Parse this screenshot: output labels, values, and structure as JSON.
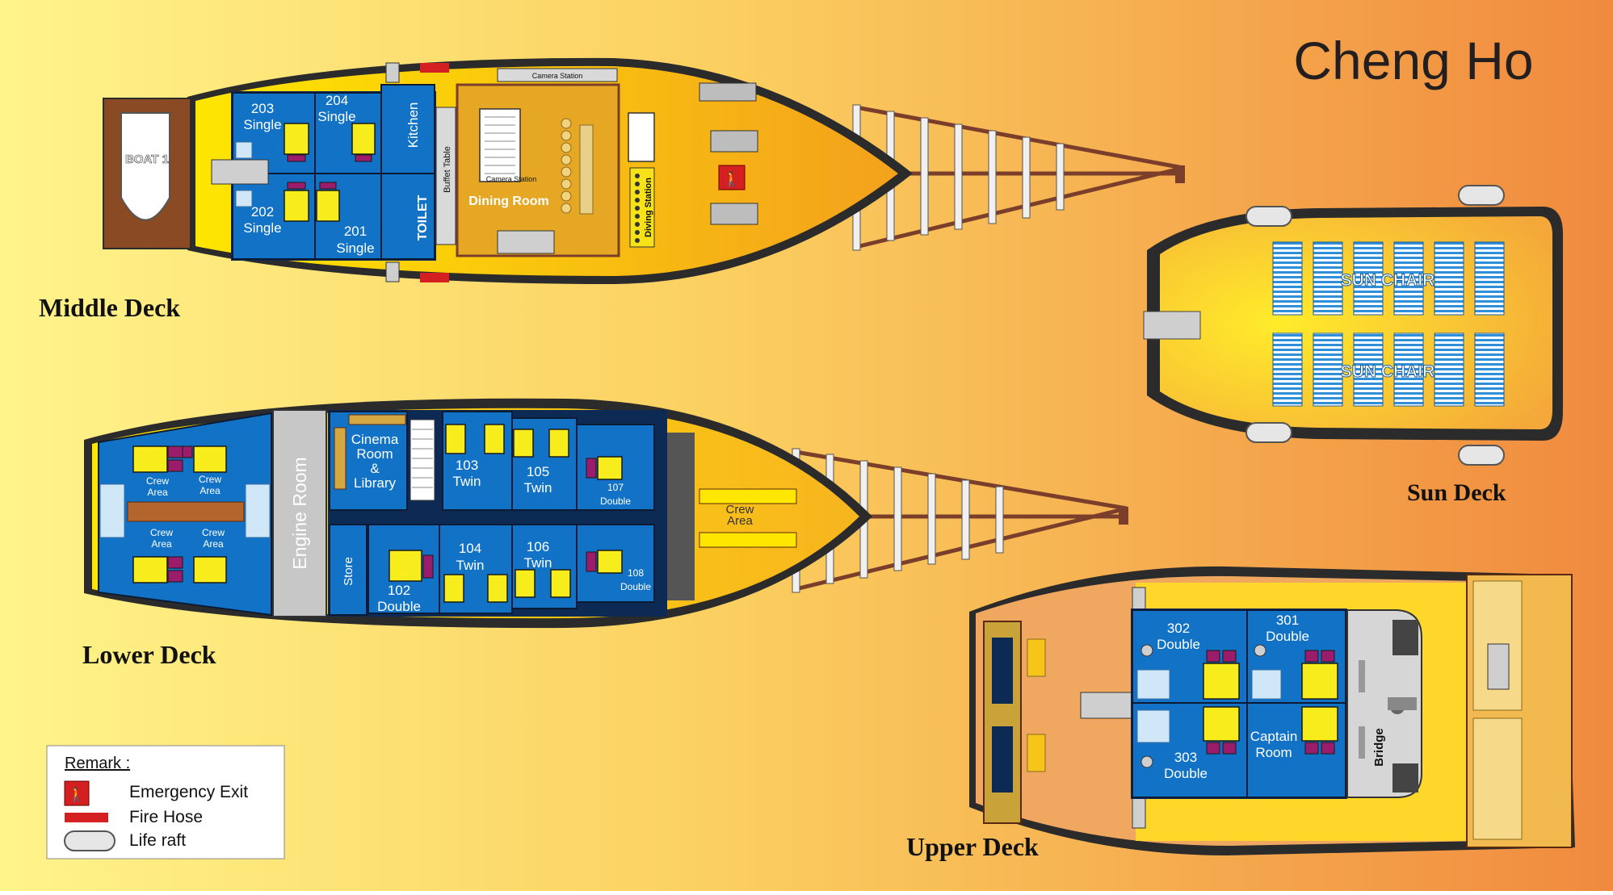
{
  "title": "Cheng Ho",
  "decks": {
    "middle": {
      "name": "Middle Deck",
      "labels": {
        "boat": "BOAT 1",
        "c203": [
          "203",
          "Single"
        ],
        "c204": [
          "204",
          "Single"
        ],
        "c202": [
          "202",
          "Single"
        ],
        "c201": [
          "201",
          "Single"
        ],
        "kitchen": "Kitchen",
        "toilet": "TOILET",
        "buffet": "Buffet Table",
        "dining": "Dining Room",
        "camera1": "Camera Station",
        "camera2": "Camera Station",
        "diving": "Diving Station"
      }
    },
    "sun": {
      "name": "Sun Deck",
      "chair1": "SUN CHAIR",
      "chair2": "SUN CHAIR"
    },
    "lower": {
      "name": "Lower Deck",
      "labels": {
        "crew1": [
          "Crew",
          "Area"
        ],
        "crew2": [
          "Crew",
          "Area"
        ],
        "crew3": [
          "Crew",
          "Area"
        ],
        "crew4": [
          "Crew",
          "Area"
        ],
        "engine": "Engine Room",
        "cinema": [
          "Cinema",
          "Room",
          "&",
          "Library"
        ],
        "store": "Store",
        "c103": [
          "103",
          "Twin"
        ],
        "c105": [
          "105",
          "Twin"
        ],
        "c107": [
          "107",
          "Double"
        ],
        "c102": [
          "102",
          "Double"
        ],
        "c104": [
          "104",
          "Twin"
        ],
        "c106": [
          "106",
          "Twin"
        ],
        "c108": [
          "108",
          "Double"
        ],
        "bowcrew": [
          "Crew",
          "Area"
        ]
      }
    },
    "upper": {
      "name": "Upper Deck",
      "labels": {
        "c302": [
          "302",
          "Double"
        ],
        "c301": [
          "301",
          "Double"
        ],
        "c303": [
          "303",
          "Double"
        ],
        "captain": [
          "Captain",
          "Room"
        ],
        "bridge": "Bridge"
      }
    }
  },
  "legend": {
    "title": "Remark :",
    "items": [
      {
        "icon": "emergency-exit-icon",
        "label": "Emergency Exit"
      },
      {
        "icon": "fire-hose-icon",
        "label": "Fire Hose"
      },
      {
        "icon": "life-raft-icon",
        "label": "Life raft"
      }
    ]
  },
  "colors": {
    "cabin": "#1273c6",
    "bed": "#f7ec1c",
    "deck_yellow": "#ffe600",
    "hull": "#2b2b2b",
    "emergency": "#d42020",
    "fire_hose": "#d42020"
  }
}
